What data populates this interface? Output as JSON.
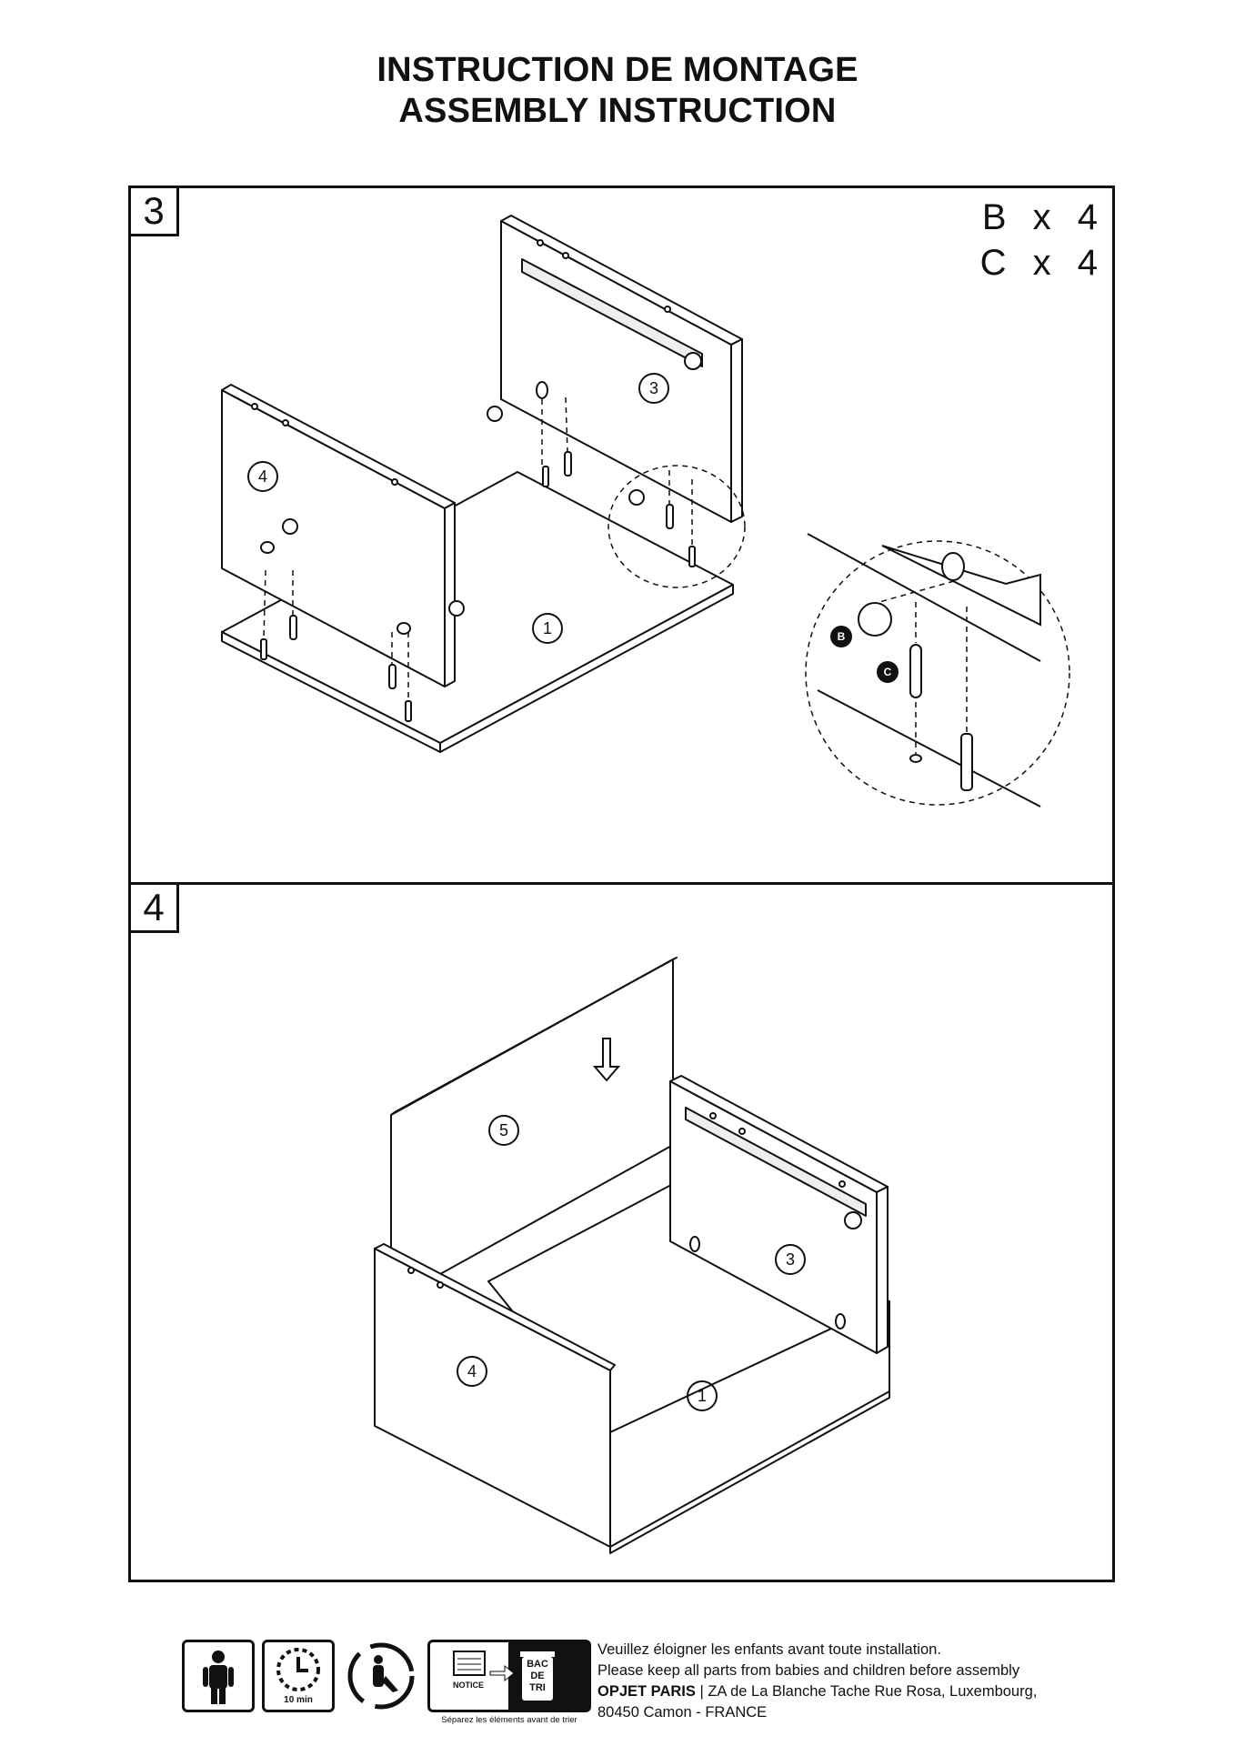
{
  "header": {
    "title_fr": "INSTRUCTION DE MONTAGE",
    "title_en": "ASSEMBLY INSTRUCTION"
  },
  "step3": {
    "number": "3",
    "parts": [
      {
        "letter": "B",
        "sep": "x",
        "count": "4"
      },
      {
        "letter": "C",
        "sep": "x",
        "count": "4"
      }
    ],
    "labels": {
      "panel1": "1",
      "panel3": "3",
      "panel4": "4",
      "b": "B",
      "c": "C"
    }
  },
  "step4": {
    "number": "4",
    "labels": {
      "panel1": "1",
      "panel3": "3",
      "panel4": "4",
      "panel5": "5"
    }
  },
  "footer": {
    "time_label": "10 min",
    "notice_label": "NOTICE",
    "bin_label_1": "BAC",
    "bin_label_2": "DE",
    "bin_label_3": "TRI",
    "sort_caption": "Séparez les éléments avant de trier",
    "line1": "Veuillez éloigner les enfants avant toute installation.",
    "line2": "Please keep all parts from babies and children before assembly",
    "brand": "OPJET PARIS",
    "line3_rest": " | ZA de La Blanche Tache Rue Rosa, Luxembourg,",
    "line4": "80450 Camon - FRANCE"
  }
}
